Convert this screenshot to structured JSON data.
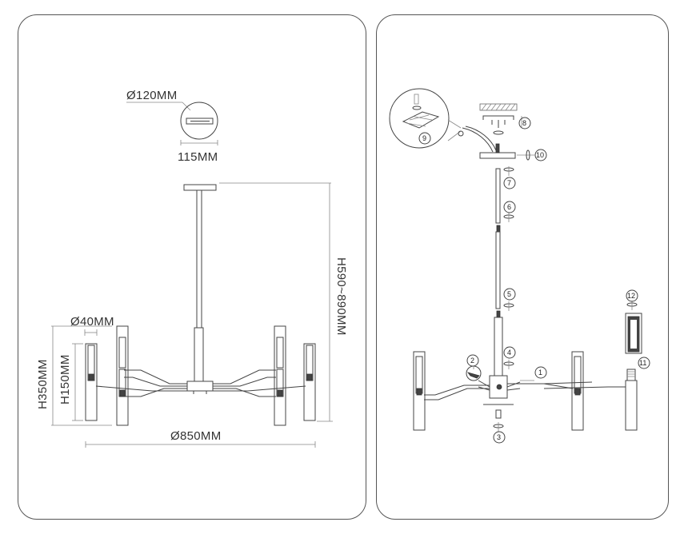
{
  "dimensions": {
    "canopy_diameter": "Ø120MM",
    "canopy_width": "115MM",
    "height_range": "H590~890MM",
    "shade_diameter": "Ø40MM",
    "height_total": "H350MM",
    "height_shade": "H150MM",
    "overall_diameter": "Ø850MM"
  },
  "assembly_steps": [
    "1",
    "2",
    "3",
    "4",
    "5",
    "6",
    "7",
    "8",
    "9",
    "10",
    "11",
    "12"
  ],
  "colors": {
    "line": "#444444",
    "border": "#555555",
    "background": "#ffffff"
  }
}
